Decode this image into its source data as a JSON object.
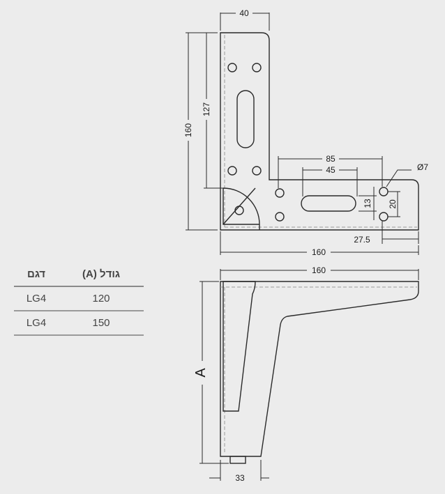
{
  "table": {
    "headers": [
      "גודל (A)",
      "דגם"
    ],
    "rows": [
      [
        "120",
        "LG4"
      ],
      [
        "150",
        "LG4"
      ]
    ]
  },
  "dimensions": {
    "top_width": "40",
    "full_height": "160",
    "inner_height": "127",
    "hole_spacing_outer": "85",
    "slot_length": "45",
    "hole_diameter": "Ø7",
    "hole_offset_small": "13",
    "hole_spacing_vertical": "20",
    "edge_offset": "27.5",
    "base_width_top": "160",
    "base_width_side": "160",
    "height_label": "A",
    "foot_width": "33"
  }
}
